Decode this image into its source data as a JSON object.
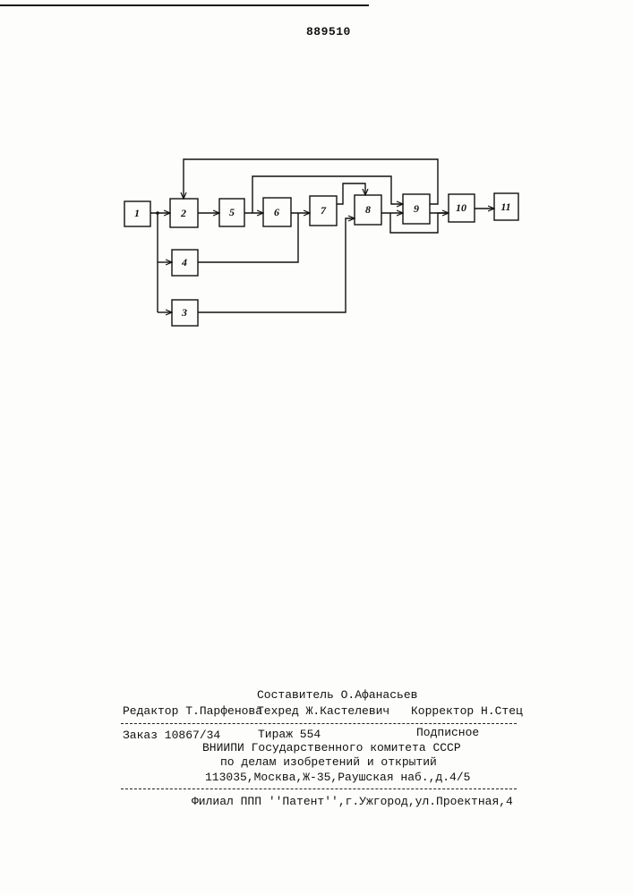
{
  "patent_number": "889510",
  "diagram": {
    "blocks": [
      "1",
      "2",
      "3",
      "4",
      "5",
      "6",
      "7",
      "8",
      "9",
      "10",
      "11"
    ]
  },
  "imprint": {
    "composer": "Составитель О.Афанасьев",
    "editor": "Редактор Т.Парфенова",
    "techred": "Техред Ж.Кастелевич",
    "corrector": "Корректор Н.Стец",
    "order": "Заказ 10867/34",
    "circulation": "Тираж 554",
    "subscription": "Подписное",
    "org1": "ВНИИПИ Государственного комитета СССР",
    "org2": "по делам изобретений и открытий",
    "address": "113035,Москва,Ж-35,Раушская наб.,д.4/5",
    "branch": "Филиал ППП ''Патент'',г.Ужгород,ул.Проектная,4"
  }
}
